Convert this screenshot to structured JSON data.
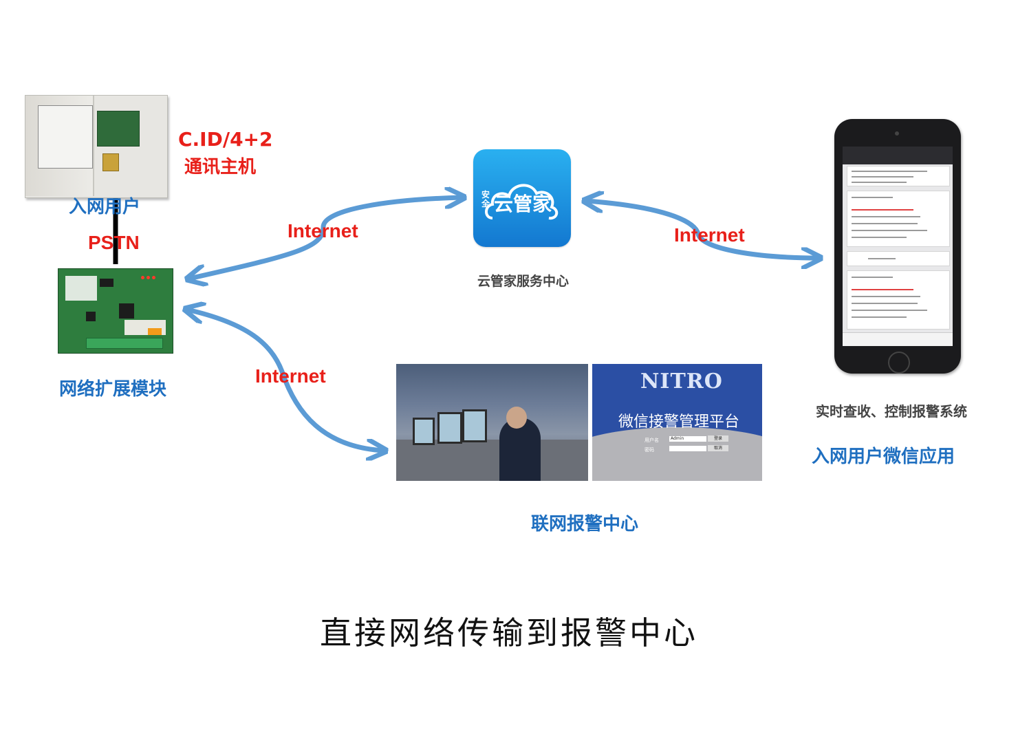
{
  "labels": {
    "panel_code": "C.ID/4+2",
    "panel_name": "通讯主机",
    "user_label": "入网用户",
    "pstn": "PSTN",
    "module_label": "网络扩展模块",
    "internet_1": "Internet",
    "internet_2": "Internet",
    "internet_3": "Internet",
    "cloud_label": "云管家服务中心",
    "app_icon_text": "云管家",
    "app_icon_small": "安全",
    "phone_label": "实时查收、控制报警系统",
    "wechat_label": "入网用户微信应用",
    "alarm_center_label": "联网报警中心",
    "title": "直接网络传输到报警中心"
  },
  "login": {
    "brand": "NITRO",
    "title": "微信接警管理平台",
    "user_label": "用户名",
    "pwd_label": "密码",
    "user_value": "Admin",
    "login_btn": "登录",
    "cancel_btn": "取消"
  },
  "colors": {
    "arrow": "#5b9bd5",
    "blue_label": "#1f6fc0",
    "red_label": "#e8201a"
  }
}
